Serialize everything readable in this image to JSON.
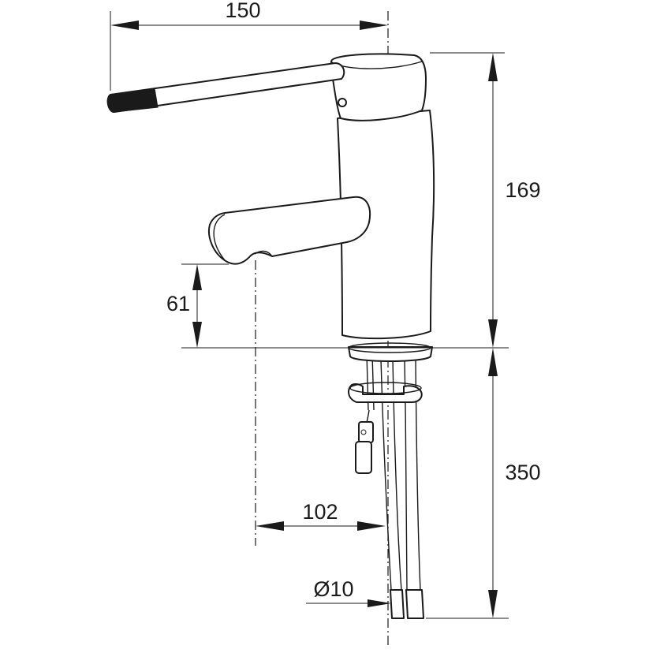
{
  "drawing": {
    "dimensions": {
      "lever_reach": "150",
      "body_height": "169",
      "spout_height": "61",
      "hose_length": "350",
      "spout_offset": "102",
      "hose_diameter": "Ø10"
    },
    "colors": {
      "line": "#1a1a1a",
      "grip": "#1a1a1a",
      "background": "#ffffff"
    }
  }
}
